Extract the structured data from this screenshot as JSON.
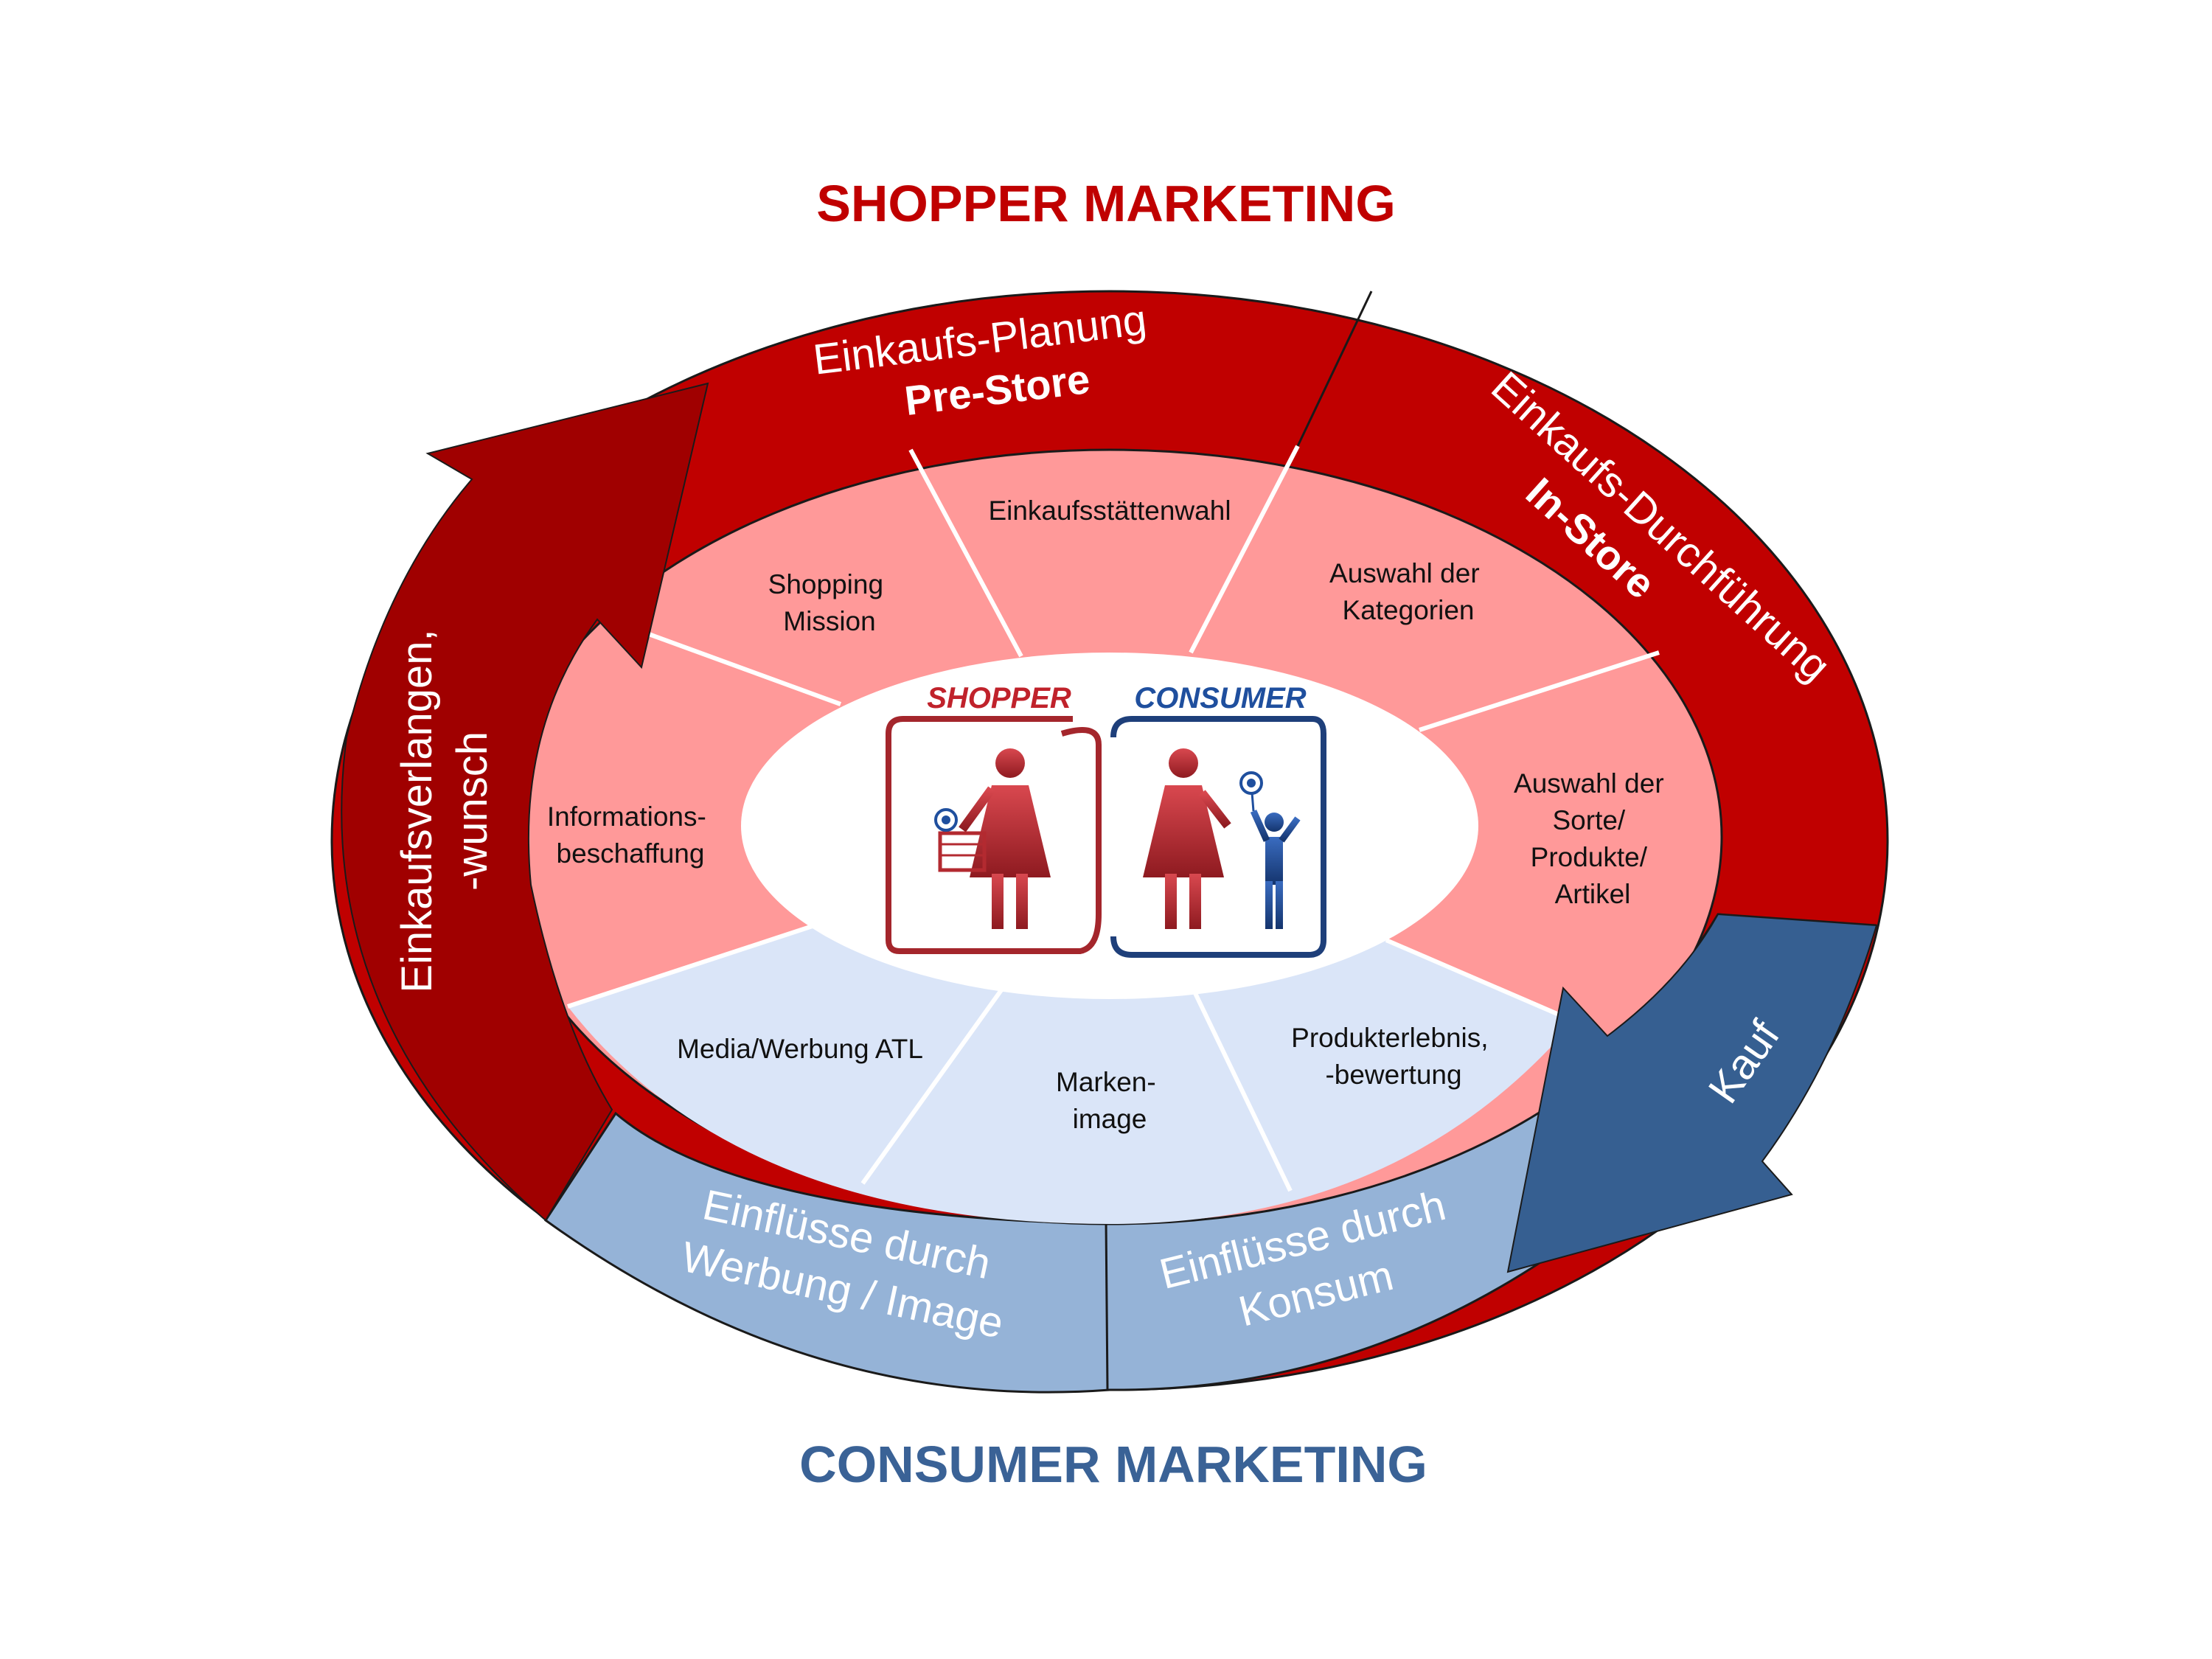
{
  "titles": {
    "top": "SHOPPER MARKETING",
    "bottom": "CONSUMER MARKETING"
  },
  "outer_ring": {
    "pre_store": [
      "Einkaufs-Planung",
      "Pre-Store"
    ],
    "in_store": [
      "Einkaufs-Durchführung",
      "In-Store"
    ],
    "werbung": [
      "Einflüsse durch",
      "Werbung / Image"
    ],
    "konsum": [
      "Einflüsse durch",
      "Konsum"
    ]
  },
  "arrows": {
    "left": [
      "Einkaufsverlangen,",
      "-wunsch"
    ],
    "right": "Kauf"
  },
  "segments": {
    "shopping_mission": [
      "Shopping",
      "Mission"
    ],
    "einkaufsstaettenwahl": [
      "Einkaufsstättenwahl"
    ],
    "auswahl_kategorien": [
      "Auswahl der",
      "Kategorien"
    ],
    "auswahl_sorte": [
      "Auswahl der",
      "Sorte/",
      "Produkte/",
      "Artikel"
    ],
    "informationsbeschaffung": [
      "Informations-",
      "beschaffung"
    ],
    "media_werbung": [
      "Media/Werbung ATL"
    ],
    "markenimage": [
      "Marken-",
      "image"
    ],
    "produkterlebnis": [
      "Produkterlebnis,",
      "-bewertung"
    ]
  },
  "center": {
    "shopper_label": "SHOPPER",
    "consumer_label": "CONSUMER"
  },
  "colors": {
    "shopper_red": "#c00000",
    "dark_red": "#a00000",
    "segment_pink": "#ff9999",
    "segment_blue": "#dae5f8",
    "ring_blue": "#95b3d7",
    "arrow_blue": "#365f91",
    "title_blue": "#3a6296"
  }
}
